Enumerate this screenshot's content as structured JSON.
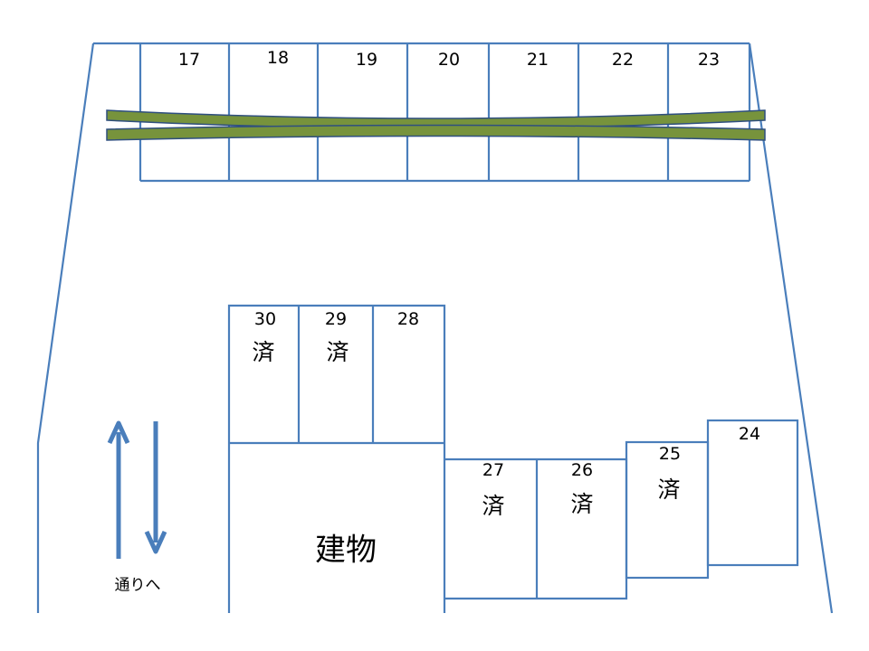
{
  "colors": {
    "line": "#4a7ebb",
    "hedge_fill": "#77933c",
    "hedge_border": "#2f4f7f",
    "arrow": "#4a7ebb"
  },
  "top_row": {
    "spaces": [
      "17",
      "18",
      "19",
      "20",
      "21",
      "22",
      "23"
    ]
  },
  "hedge": {
    "icon": "hedge-bar"
  },
  "lower": {
    "spaces": [
      {
        "number": "30",
        "status": "済"
      },
      {
        "number": "29",
        "status": "済"
      },
      {
        "number": "28",
        "status": ""
      },
      {
        "number": "27",
        "status": "済"
      },
      {
        "number": "26",
        "status": "済"
      },
      {
        "number": "25",
        "status": "済"
      },
      {
        "number": "24",
        "status": ""
      }
    ],
    "building_label": "建物"
  },
  "street": {
    "label": "通りへ",
    "icons": [
      "arrow-up-icon",
      "arrow-down-icon"
    ]
  }
}
